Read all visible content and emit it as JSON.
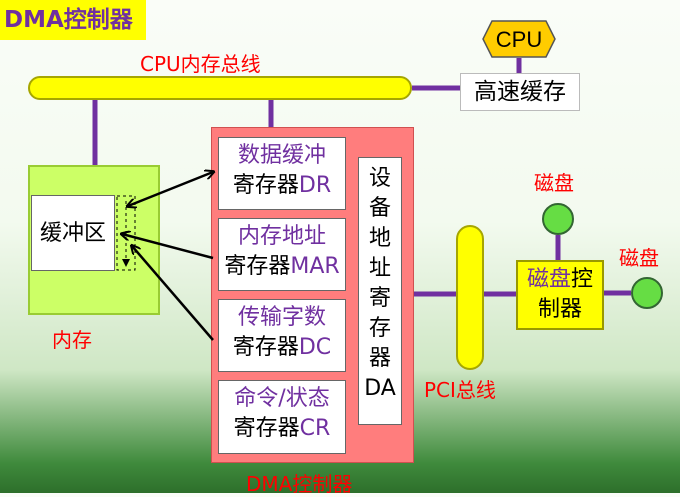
{
  "title": "DMA控制器",
  "cpu_bus_label": "CPU内存总线",
  "cpu_label": "CPU",
  "cache_label": "高速缓存",
  "memory": {
    "label": "内存",
    "buffer_label": "缓冲区"
  },
  "dma": {
    "label": "DMA控制器",
    "registers": [
      {
        "line1": "数据缓冲",
        "line2": "寄存器",
        "suffix": "DR"
      },
      {
        "line1": "内存地址",
        "line2": "寄存器",
        "suffix": "MAR"
      },
      {
        "line1": "传输字数",
        "line2": "寄存器",
        "suffix": "DC"
      },
      {
        "line1": "命令/状态",
        "line2": "寄存器",
        "suffix": "CR"
      }
    ],
    "device_address_register": [
      "设",
      "备",
      "地",
      "址",
      "寄",
      "存",
      "器",
      "DA"
    ]
  },
  "pci_bus_label": "PCI总线",
  "disk_controller": {
    "line1a": "磁盘",
    "line1b": "控",
    "line2": "制器"
  },
  "disk_labels": [
    "磁盘",
    "磁盘"
  ],
  "colors": {
    "title_bg": "#ffff00",
    "title_text": "#7030a0",
    "bus_fill": "#ffff00",
    "connector": "#7030a0",
    "memory_fill": "#ccff66",
    "dma_fill": "#ff7d7d",
    "label_red": "#ff0000",
    "disk_fill": "#66dd44",
    "cpu_fill": "#ffcc00"
  }
}
